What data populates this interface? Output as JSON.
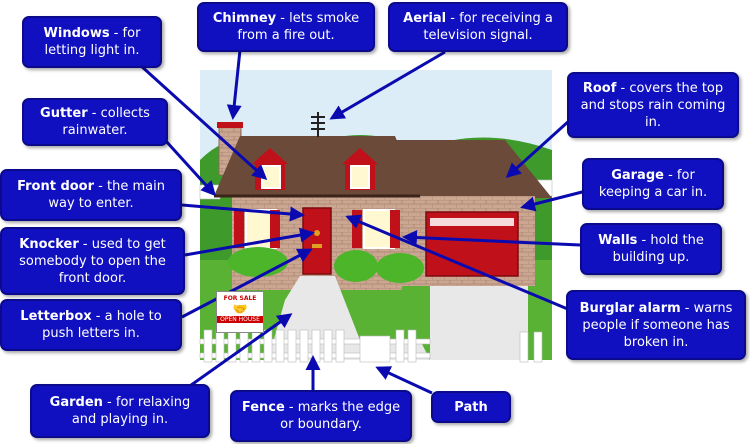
{
  "labels": {
    "windows": {
      "term": "Windows",
      "desc": " - for letting light in."
    },
    "chimney": {
      "term": "Chimney",
      "desc": " - lets smoke from a fire out."
    },
    "aerial": {
      "term": "Aerial",
      "desc": " - for receiving a television signal."
    },
    "roof": {
      "term": "Roof",
      "desc": " - covers the top and stops rain coming in."
    },
    "gutter": {
      "term": "Gutter",
      "desc": " - collects rainwater."
    },
    "garage": {
      "term": "Garage",
      "desc": " - for keeping a car in."
    },
    "frontdoor": {
      "term": "Front door",
      "desc": " - the main way to enter."
    },
    "walls": {
      "term": "Walls",
      "desc": " - hold the building up."
    },
    "knocker": {
      "term": "Knocker",
      "desc": " - used to get somebody to open the front door."
    },
    "letterbox": {
      "term": "Letterbox",
      "desc": " - a hole to push letters in."
    },
    "burglar": {
      "term": "Burglar alarm",
      "desc": " - warns people if someone has broken in."
    },
    "garden": {
      "term": "Garden",
      "desc": " - for relaxing and playing in."
    },
    "fence": {
      "term": "Fence",
      "desc": " - marks the edge or boundary."
    },
    "path": {
      "term": "Path",
      "desc": ""
    }
  },
  "sign": {
    "line1": "FOR SALE",
    "line2": "OPEN HOUSE"
  },
  "colors": {
    "label_bg": "#1010c0",
    "arrow": "#0a0ab0",
    "brick": "#c9a48a",
    "roof": "#6b4a3a",
    "door": "#c0101a",
    "sky": "#d9ecf8",
    "grass": "#3f9a2c"
  }
}
